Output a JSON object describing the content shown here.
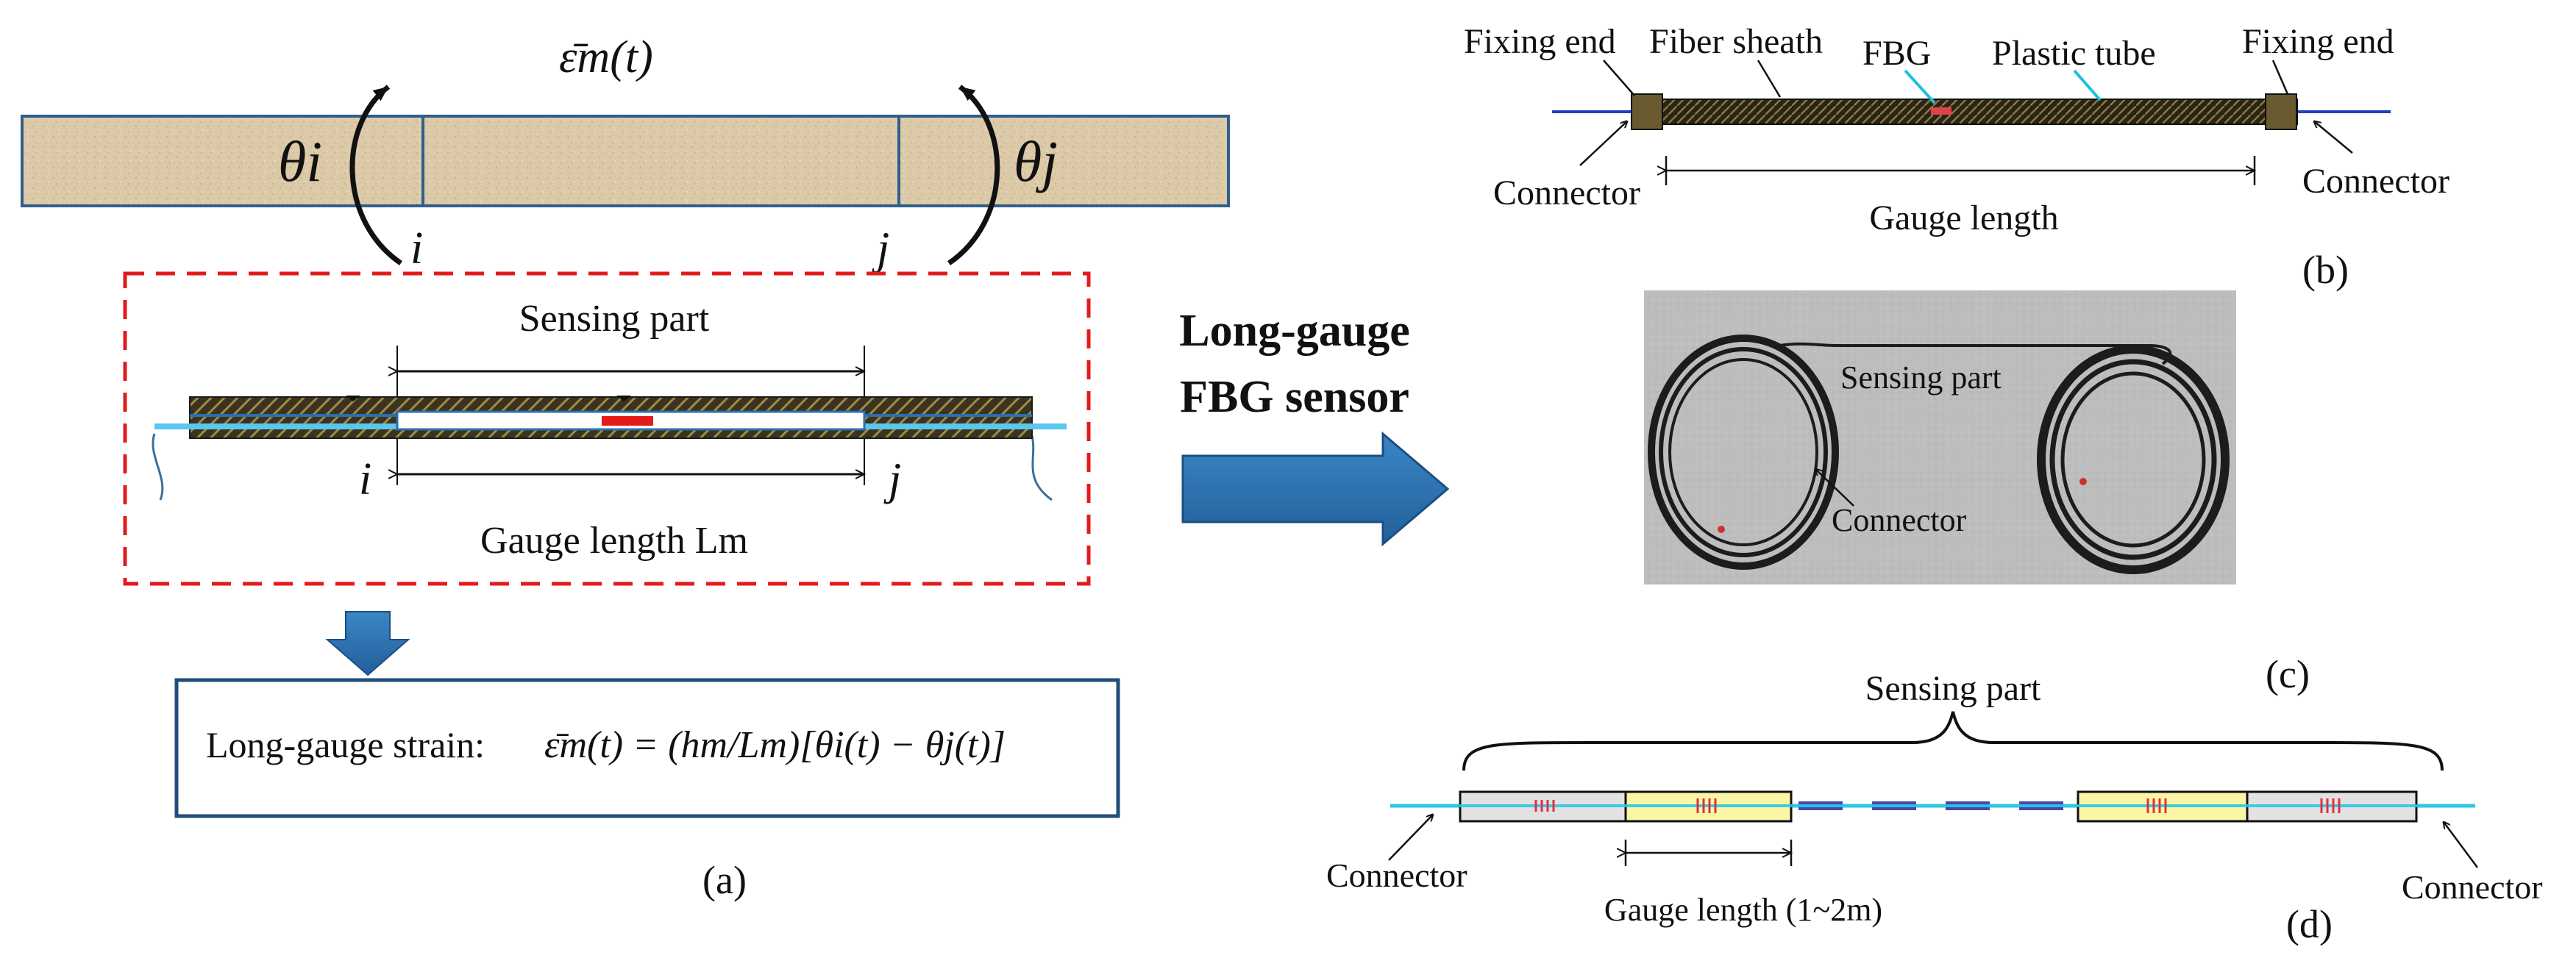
{
  "panel_a": {
    "top_label": "ε̄m(t)",
    "theta_i": "θi",
    "theta_j": "θj",
    "node_i": "i",
    "node_j": "j",
    "sensing_part": "Sensing part",
    "sensor_i": "i",
    "sensor_j": "j",
    "gauge_length": "Gauge length Lm",
    "formula_label": "Long-gauge strain:",
    "formula": "ε̄m(t) = (hm/Lm)[θi(t) − θj(t)]",
    "caption": "(a)"
  },
  "middle": {
    "title_line1": "Long-gauge",
    "title_line2": "FBG sensor",
    "title_color": "#ff0000",
    "arrow_color": "#2e75b6"
  },
  "panel_b": {
    "fixing_end_left": "Fixing end",
    "fiber_sheath": "Fiber sheath",
    "fbg": "FBG",
    "plastic_tube": "Plastic tube",
    "fixing_end_right": "Fixing end",
    "connector_left": "Connector",
    "connector_right": "Connector",
    "gauge_length": "Gauge length",
    "caption": "(b)"
  },
  "panel_c": {
    "sensing_part": "Sensing part",
    "connector": "Connector",
    "caption": "(c)"
  },
  "panel_d": {
    "sensing_part": "Sensing part",
    "connector_left": "Connector",
    "connector_right": "Connector",
    "gauge_length": "Gauge length (1~2m)",
    "caption": "(d)"
  }
}
